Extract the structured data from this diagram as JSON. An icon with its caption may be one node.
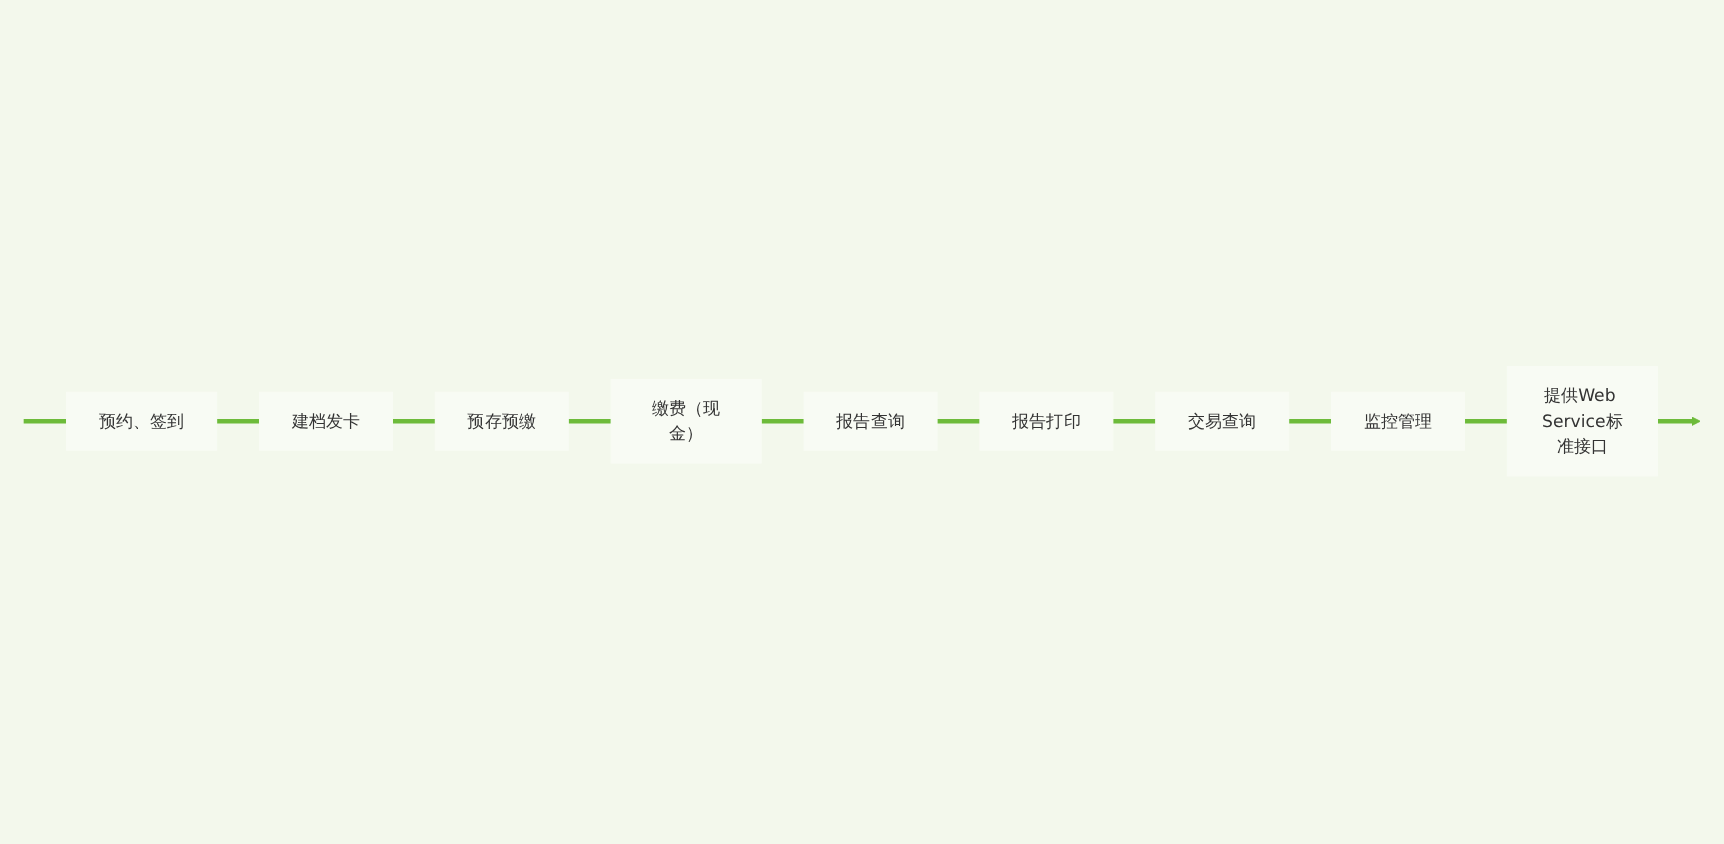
{
  "diagram": {
    "nodes": [
      {
        "text": [
          "预约、签到"
        ]
      },
      {
        "text": [
          "建档发卡"
        ]
      },
      {
        "text": [
          "预存预缴"
        ]
      },
      {
        "text": [
          "报告打印"
        ]
      },
      {
        "text": [
          "报告查询"
        ]
      },
      {
        "text": [
          "缴费（现金）"
        ]
      },
      {
        "text": [
          "交易查询"
        ]
      },
      {
        "text": [
          "监控管理"
        ]
      },
      {
        "text": [
          "提供Web Service标准接口"
        ]
      }
    ],
    "edges": [
      {
        "from": null,
        "to": 0,
        "arrow": "none"
      },
      {
        "from": 0,
        "to": 1,
        "arrow": "none"
      },
      {
        "from": 1,
        "to": 2,
        "arrow": "none"
      },
      {
        "from": 2,
        "to": 5,
        "arrow": "none"
      },
      {
        "from": 5,
        "to": 4,
        "arrow": "none"
      },
      {
        "from": 4,
        "to": 3,
        "arrow": "none"
      },
      {
        "from": 3,
        "to": 6,
        "arrow": "none"
      },
      {
        "from": 6,
        "to": 7,
        "arrow": "none"
      },
      {
        "from": 7,
        "to": 8,
        "arrow": "none"
      },
      {
        "from": 8,
        "to": null,
        "arrow": "to"
      }
    ]
  }
}
